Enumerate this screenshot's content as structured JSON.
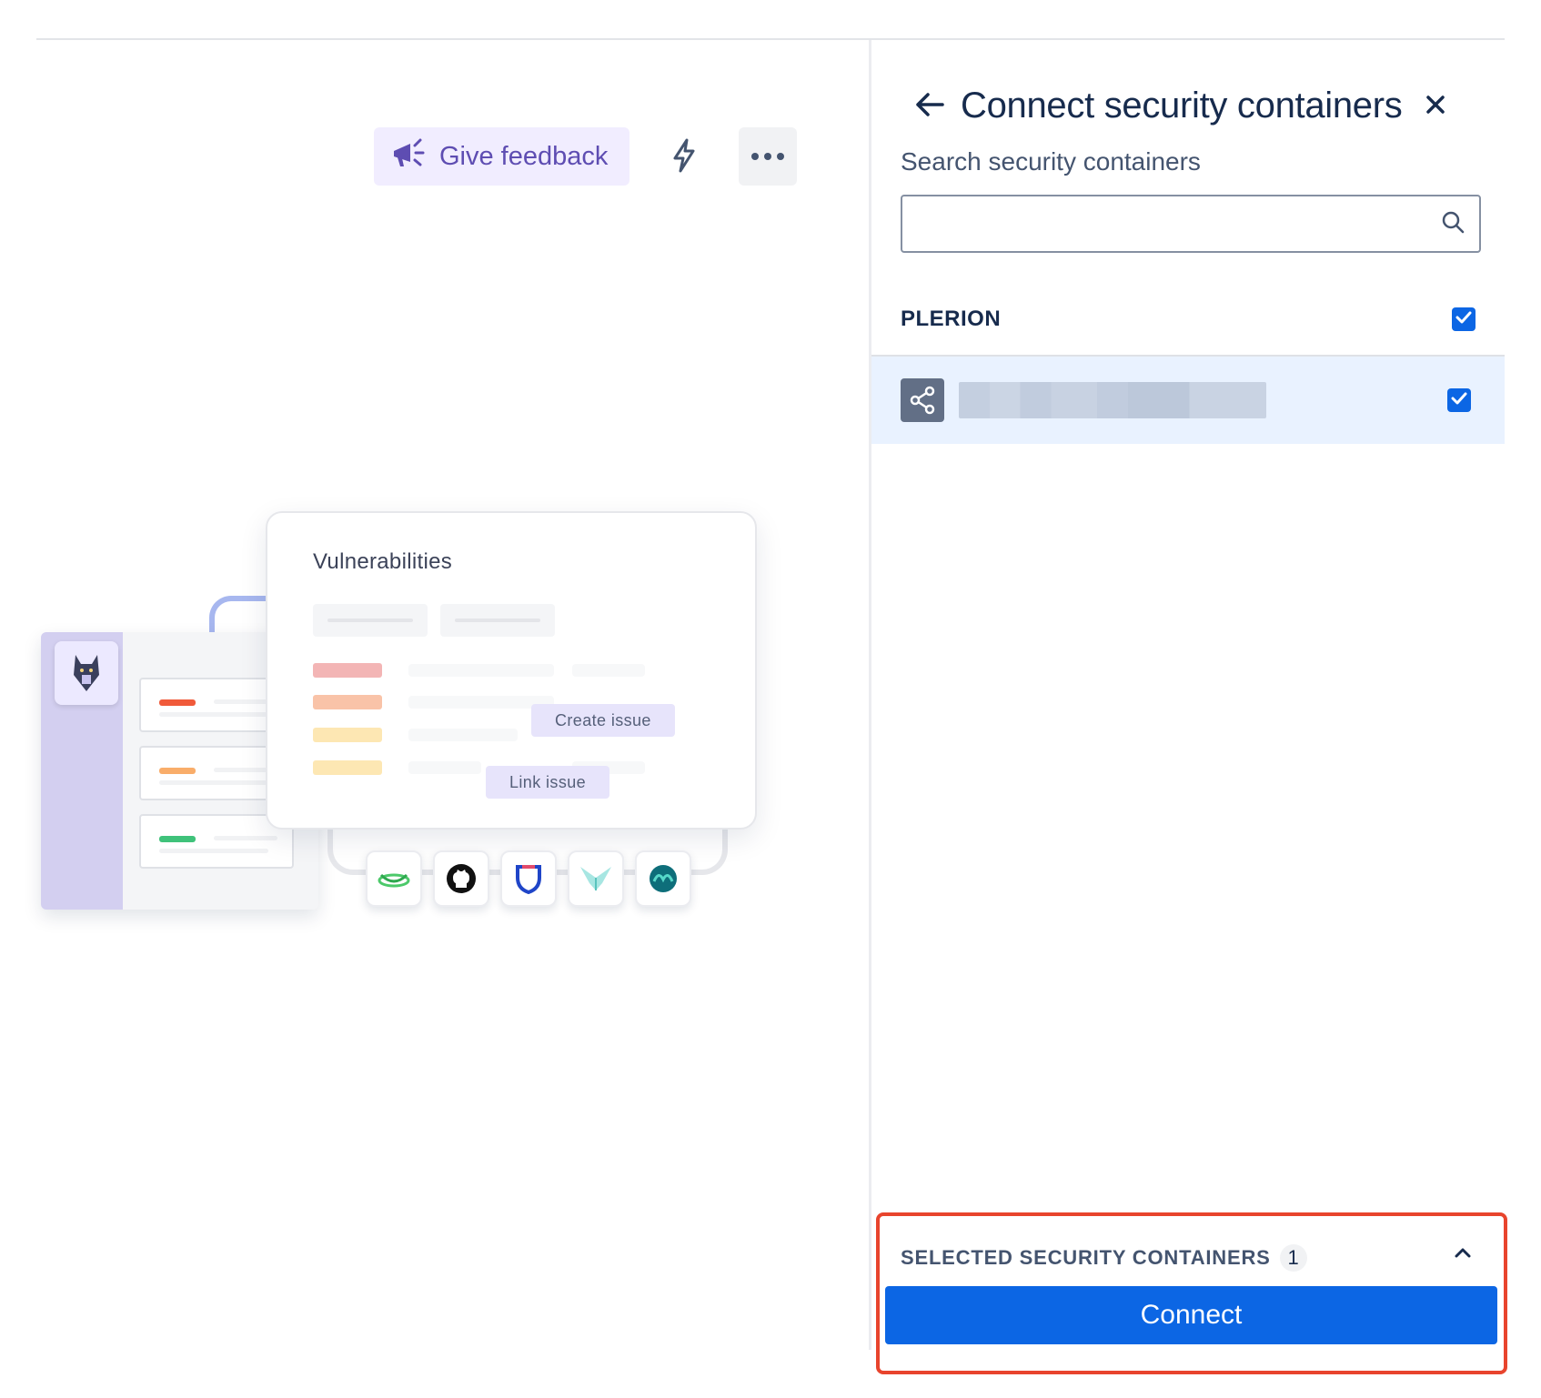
{
  "toolbar": {
    "feedback_label": "Give feedback",
    "icons": [
      "megaphone-icon",
      "lightning-icon",
      "more-icon"
    ]
  },
  "illustration": {
    "card_title": "Vulnerabilities",
    "create_issue_label": "Create issue",
    "link_issue_label": "Link issue",
    "severity_colors": [
      "#f3b5b5",
      "#f9c3a8",
      "#fde7b3",
      "#fde7b3"
    ],
    "mini_row_colors": [
      "#f05a3a",
      "#f9ad6a",
      "#3fc27a"
    ],
    "tool_icons": [
      "snyk-like-icon",
      "github-icon",
      "shield-icon",
      "bird-icon",
      "wave-icon"
    ]
  },
  "panel": {
    "title": "Connect security containers",
    "search_label": "Search security containers",
    "search_value": "",
    "group": {
      "label": "PLERION",
      "checked": true
    },
    "selected_row": {
      "checked": true
    }
  },
  "footer": {
    "selected_label": "SELECTED SECURITY CONTAINERS",
    "selected_count": "1",
    "connect_label": "Connect"
  },
  "colors": {
    "primary": "#0c66e4",
    "feedback_bg": "#f1edff",
    "feedback_text": "#5e4db2",
    "highlight": "#e8442d"
  }
}
